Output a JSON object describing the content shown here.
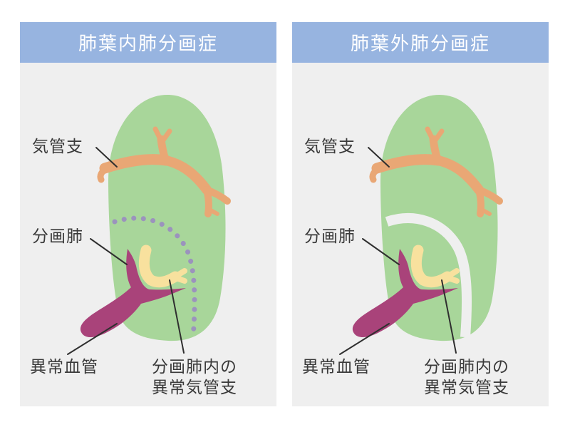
{
  "colors": {
    "page_bg": "#ffffff",
    "panel_bg": "#efefef",
    "header_bg": "#97b4e0",
    "header_text": "#ffffff",
    "lung": "#a8d69a",
    "bronchus": "#e9a775",
    "vessel": "#a9437a",
    "abnormal_bronchus": "#f8e19e",
    "boundary_dots": "#9b93bd",
    "separation_gap": "#efefef",
    "label_text": "#3a3a3a",
    "leader_line": "#2f2f2f"
  },
  "panels": [
    {
      "title": "肺葉内肺分画症",
      "boundary_style": "dotted",
      "labels": {
        "bronchus": "気管支",
        "sequestered_lung": "分画肺",
        "abnormal_vessel": "異常血管",
        "abnormal_bronchus": "分画肺内の\n異常気管支"
      }
    },
    {
      "title": "肺葉外肺分画症",
      "boundary_style": "separated",
      "labels": {
        "bronchus": "気管支",
        "sequestered_lung": "分画肺",
        "abnormal_vessel": "異常血管",
        "abnormal_bronchus": "分画肺内の\n異常気管支"
      }
    }
  ]
}
